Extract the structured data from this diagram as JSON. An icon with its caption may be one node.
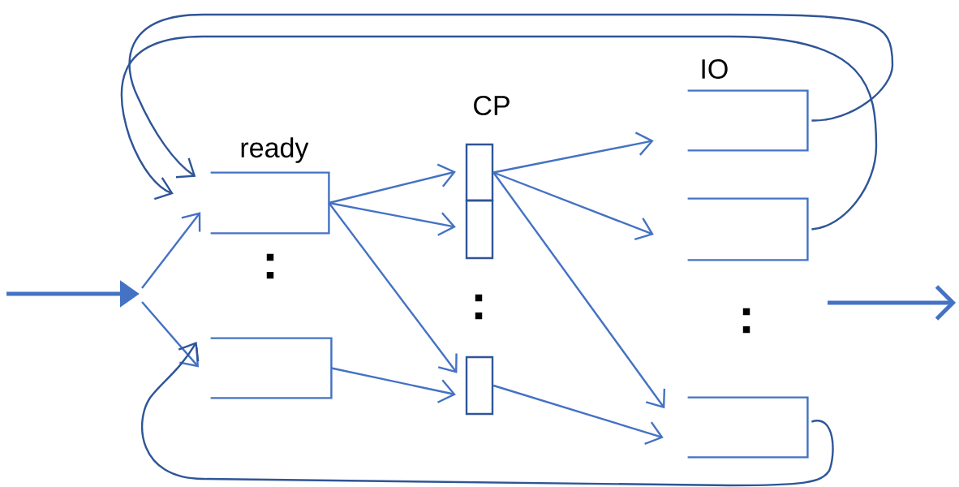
{
  "diagram": {
    "nodes": [
      {
        "text": [
          "ready"
        ]
      },
      {
        "text": [],
        "shape": "box"
      },
      {
        "text": [
          "CP"
        ]
      },
      {
        "text": [],
        "shape": "box"
      },
      {
        "text": [],
        "shape": "box"
      },
      {
        "text": [
          "IO"
        ]
      },
      {
        "text": [],
        "shape": "box"
      },
      {
        "text": [],
        "shape": "box"
      }
    ],
    "edges": [
      {
        "from": null,
        "to": 0,
        "arrow": "to",
        "style": "thick"
      },
      {
        "from": null,
        "to": 1,
        "arrow": "to",
        "style": "thick"
      },
      {
        "from": 0,
        "to": 2,
        "arrow": "to"
      },
      {
        "from": 0,
        "to": 3,
        "arrow": "to"
      },
      {
        "from": 0,
        "to": 4,
        "arrow": "to"
      },
      {
        "from": 1,
        "to": 4,
        "arrow": "to"
      },
      {
        "from": 2,
        "to": 5,
        "arrow": "to"
      },
      {
        "from": 2,
        "to": 6,
        "arrow": "to"
      },
      {
        "from": 2,
        "to": 7,
        "arrow": "to"
      },
      {
        "from": 4,
        "to": 7,
        "arrow": "to"
      },
      {
        "from": 5,
        "to": 0,
        "arrow": "to",
        "color": "#2f5597"
      },
      {
        "from": 6,
        "to": 0,
        "arrow": "to",
        "color": "#2f5597"
      },
      {
        "from": 7,
        "to": 1,
        "arrow": "to",
        "color": "#2f5597"
      }
    ],
    "labels": [
      ":",
      ":",
      ":"
    ]
  }
}
